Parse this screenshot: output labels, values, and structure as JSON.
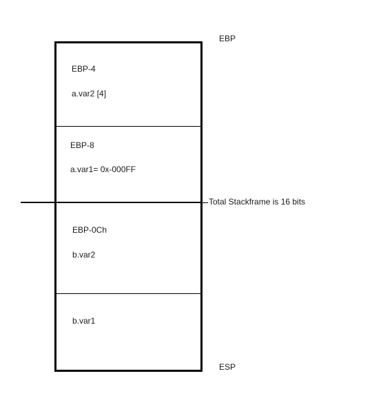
{
  "labels": {
    "ebp": "EBP",
    "esp": "ESP",
    "total_note": "Total Stackframe is 16 bits"
  },
  "cells": [
    {
      "offset": "EBP-4",
      "var": "a.var2 [4]"
    },
    {
      "offset": "EBP-8",
      "var": "a.var1= 0x-000FF"
    },
    {
      "offset": "EBP-0Ch",
      "var": "b.var2"
    },
    {
      "offset": "",
      "var": "b.var1"
    }
  ]
}
